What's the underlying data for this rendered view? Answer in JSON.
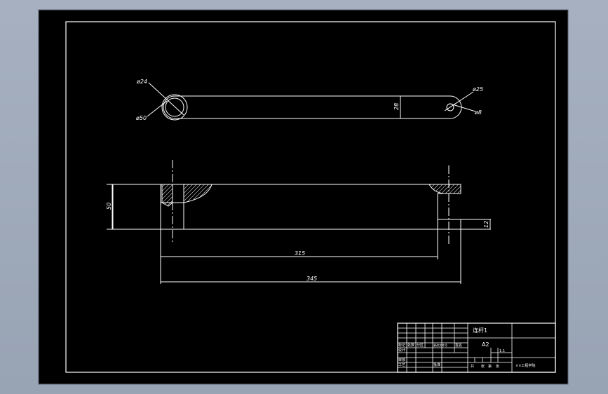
{
  "drawing": {
    "top_view": {
      "dia_left_outer": "ø24",
      "dia_left_inner": "ø50",
      "dia_right_outer": "ø25",
      "dia_right_inner": "ø8",
      "width_dim": "28"
    },
    "front_view": {
      "height_dim": "50",
      "step_dim": "12",
      "len_inner": "315",
      "len_total": "345"
    },
    "title_block": {
      "part_name": "连杆1",
      "sheet_size": "A2",
      "scale": "1:1",
      "school": "××工程学院",
      "row_labels": [
        "标记",
        "处数",
        "分区",
        "更改文件号",
        "签名"
      ],
      "left_labels": [
        "设计",
        "审核",
        "工艺",
        "批准"
      ],
      "bottom_labels": [
        "共",
        "张",
        "第",
        "张"
      ]
    },
    "colors": {
      "background": "#000000",
      "lines": "#ffffff",
      "hatch": "#ffffff",
      "app_bg": "#a0abbb"
    }
  }
}
